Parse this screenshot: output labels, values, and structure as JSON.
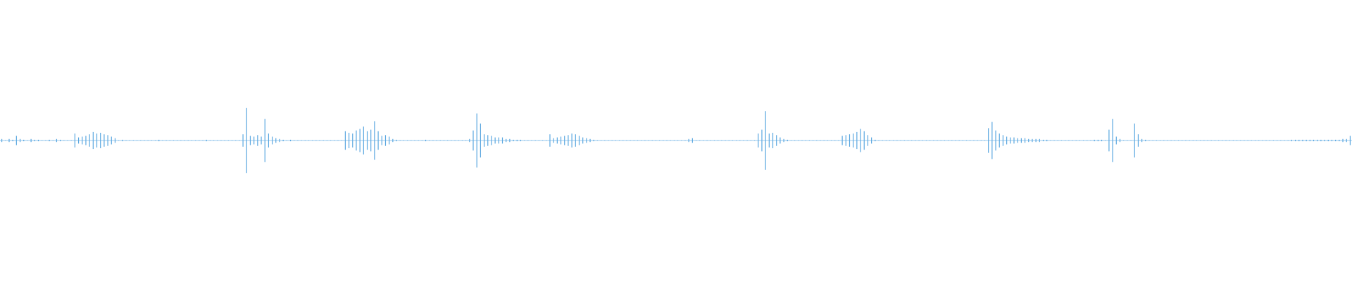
{
  "waveform": {
    "color": "#5aa7e0",
    "description_note": "",
    "peaks_0_to_1": [
      0.02,
      0.0,
      0.02,
      0.01,
      0.06,
      0.02,
      0.01,
      0.0,
      0.02,
      0.01,
      0.01,
      0.0,
      0.0,
      0.01,
      0.0,
      0.02,
      0.01,
      0.0,
      0.0,
      0.0,
      0.09,
      0.04,
      0.05,
      0.06,
      0.08,
      0.11,
      0.09,
      0.1,
      0.08,
      0.07,
      0.05,
      0.03,
      0.0,
      0.01,
      0.0,
      0.0,
      0.0,
      0.0,
      0.0,
      0.0,
      0.0,
      0.0,
      0.0,
      0.01,
      0.0,
      0.0,
      0.0,
      0.0,
      0.0,
      0.0,
      0.0,
      0.0,
      0.0,
      0.0,
      0.0,
      0.0,
      0.01,
      0.0,
      0.0,
      0.0,
      0.0,
      0.0,
      0.0,
      0.0,
      0.0,
      0.0,
      0.08,
      0.42,
      0.06,
      0.05,
      0.07,
      0.05,
      0.28,
      0.09,
      0.05,
      0.03,
      0.02,
      0.01,
      0.0,
      0.01,
      0.0,
      0.0,
      0.0,
      0.0,
      0.0,
      0.0,
      0.0,
      0.0,
      0.0,
      0.0,
      0.0,
      0.0,
      0.0,
      0.0,
      0.12,
      0.1,
      0.09,
      0.13,
      0.15,
      0.18,
      0.12,
      0.14,
      0.25,
      0.12,
      0.06,
      0.07,
      0.05,
      0.02,
      0.01,
      0.0,
      0.0,
      0.0,
      0.0,
      0.0,
      0.0,
      0.0,
      0.01,
      0.0,
      0.0,
      0.0,
      0.0,
      0.0,
      0.0,
      0.0,
      0.0,
      0.0,
      0.0,
      0.0,
      0.02,
      0.13,
      0.35,
      0.22,
      0.08,
      0.07,
      0.06,
      0.04,
      0.04,
      0.04,
      0.02,
      0.02,
      0.01,
      0.01,
      0.01,
      0.0,
      0.0,
      0.0,
      0.0,
      0.0,
      0.0,
      0.0,
      0.08,
      0.03,
      0.04,
      0.05,
      0.06,
      0.07,
      0.09,
      0.08,
      0.06,
      0.04,
      0.03,
      0.02,
      0.01,
      0.0,
      0.0,
      0.0,
      0.0,
      0.0,
      0.0,
      0.0,
      0.0,
      0.0,
      0.0,
      0.0,
      0.0,
      0.0,
      0.0,
      0.0,
      0.0,
      0.0,
      0.0,
      0.0,
      0.0,
      0.0,
      0.0,
      0.0,
      0.0,
      0.0,
      0.02,
      0.03,
      0.0,
      0.0,
      0.0,
      0.0,
      0.0,
      0.0,
      0.0,
      0.0,
      0.0,
      0.0,
      0.0,
      0.0,
      0.0,
      0.0,
      0.0,
      0.0,
      0.0,
      0.09,
      0.14,
      0.38,
      0.09,
      0.1,
      0.07,
      0.04,
      0.02,
      0.01,
      0.0,
      0.0,
      0.0,
      0.0,
      0.0,
      0.0,
      0.0,
      0.0,
      0.0,
      0.0,
      0.0,
      0.0,
      0.0,
      0.0,
      0.06,
      0.07,
      0.08,
      0.09,
      0.11,
      0.15,
      0.12,
      0.07,
      0.04,
      0.01,
      0.0,
      0.0,
      0.0,
      0.0,
      0.0,
      0.0,
      0.0,
      0.0,
      0.0,
      0.0,
      0.0,
      0.0,
      0.0,
      0.0,
      0.0,
      0.0,
      0.0,
      0.0,
      0.0,
      0.0,
      0.0,
      0.0,
      0.0,
      0.0,
      0.0,
      0.0,
      0.0,
      0.0,
      0.0,
      0.0,
      0.16,
      0.24,
      0.13,
      0.09,
      0.07,
      0.05,
      0.04,
      0.04,
      0.03,
      0.03,
      0.03,
      0.02,
      0.02,
      0.02,
      0.02,
      0.01,
      0.01,
      0.0,
      0.0,
      0.0,
      0.0,
      0.0,
      0.0,
      0.0,
      0.0,
      0.0,
      0.0,
      0.0,
      0.0,
      0.01,
      0.01,
      0.01,
      0.0,
      0.14,
      0.28,
      0.05,
      0.02,
      0.0,
      0.0,
      0.0,
      0.22,
      0.08,
      0.02,
      0.01,
      0.0,
      0.0,
      0.0,
      0.0,
      0.0,
      0.0,
      0.0,
      0.0,
      0.0,
      0.0,
      0.0,
      0.0,
      0.0,
      0.0,
      0.0,
      0.0,
      0.0,
      0.0,
      0.0,
      0.0,
      0.0,
      0.0,
      0.0,
      0.0,
      0.0,
      0.0,
      0.0,
      0.0,
      0.0,
      0.0,
      0.0,
      0.0,
      0.0,
      0.0,
      0.0,
      0.0,
      0.0,
      0.0,
      0.0,
      0.01,
      0.01,
      0.01,
      0.01,
      0.01,
      0.01,
      0.01,
      0.01,
      0.01,
      0.01,
      0.01,
      0.01,
      0.01,
      0.01,
      0.02,
      0.02,
      0.06
    ]
  }
}
